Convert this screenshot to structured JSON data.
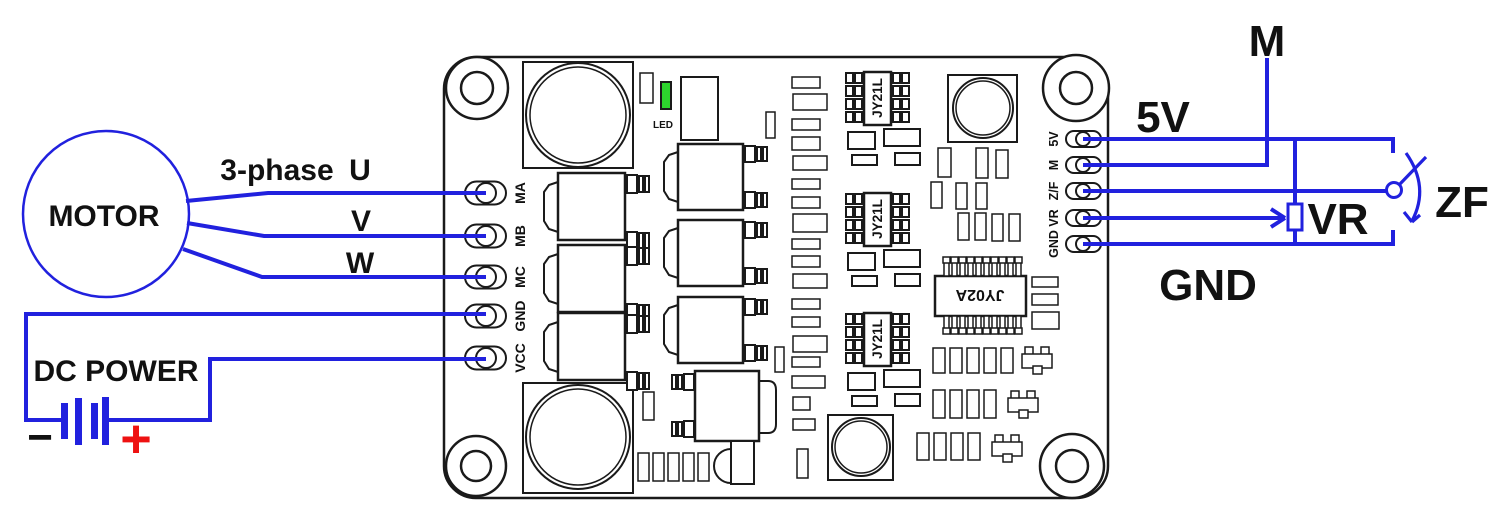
{
  "colors": {
    "wire_blue": "#2121de",
    "led_green": "#2dd42d",
    "plus_red": "#ee1111",
    "outline_black": "#1a1a1a"
  },
  "motor": {
    "label": "MOTOR"
  },
  "phases": {
    "group_label": "3-phase",
    "u": "U",
    "v": "V",
    "w": "W"
  },
  "dc_power": {
    "label": "DC POWER",
    "minus": "−",
    "plus": "+"
  },
  "pcb": {
    "led_label": "LED",
    "driver_ic_label": "JY21L",
    "main_ic_label": "JY02A",
    "left_pads": [
      "MA",
      "MB",
      "MC",
      "GND",
      "VCC"
    ],
    "right_pads": [
      "5V",
      "M",
      "Z/F",
      "VR",
      "GND"
    ]
  },
  "external": {
    "m": "M",
    "five_v": "5V",
    "zf": "ZF",
    "vr": "VR",
    "gnd": "GND"
  }
}
